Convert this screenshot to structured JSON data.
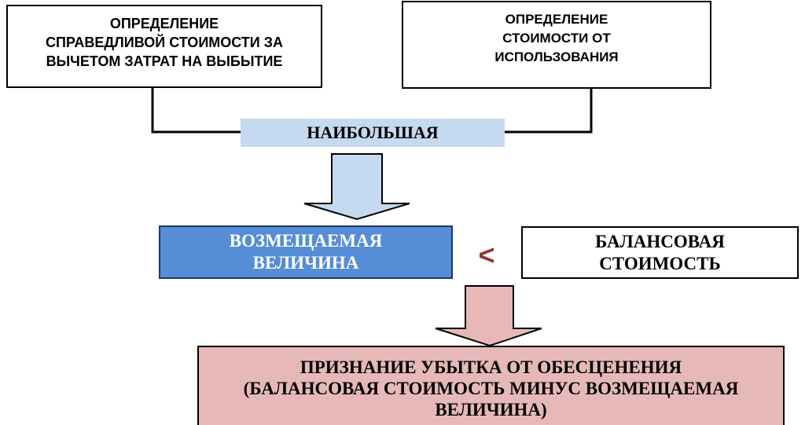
{
  "diagram": {
    "fair_value_box": "ОПРЕДЕЛЕНИЕ\nСПРАВЕДЛИВОЙ СТОИМОСТИ ЗА\nВЫЧЕТОМ ЗАТРАТ НА ВЫБЫТИЕ",
    "value_in_use_box": "ОПРЕДЕЛЕНИЕ\nСТОИМОСТИ ОТ\nИСПОЛЬЗОВАНИЯ",
    "max_box": "НАИБОЛЬШАЯ",
    "recoverable_box": "ВОЗМЕЩАЕМАЯ\nВЕЛИЧИНА",
    "comparison_sign": "<",
    "book_value_box": "БАЛАНСОВАЯ\nСТОИМОСТЬ",
    "impairment_box": "ПРИЗНАНИЕ УБЫТКА ОТ ОБЕСЦЕНЕНИЯ\n(БАЛАНСОВАЯ СТОИМОСТЬ МИНУС ВОЗМЕЩАЕМАЯ\nВЕЛИЧИНА)"
  },
  "colors": {
    "max_fill": "#c5d9f1",
    "recoverable_fill": "#558ed5",
    "impairment_fill": "#e6b9b8",
    "arrow_blue": "#c5d9f1",
    "arrow_pink": "#e6b9b8",
    "sign_color": "#953735"
  }
}
